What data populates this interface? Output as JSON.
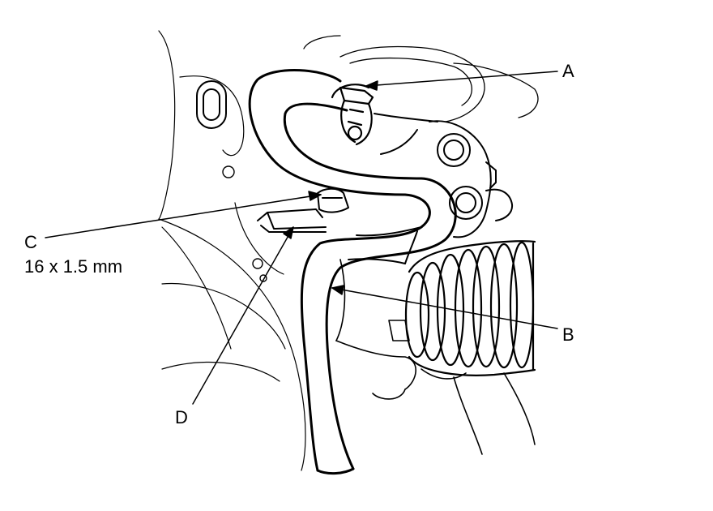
{
  "callouts": {
    "a": "A",
    "b": "B",
    "c": "C",
    "c_spec": "16 x 1.5 mm",
    "d": "D"
  },
  "colors": {
    "line": "#000000",
    "background": "#ffffff"
  }
}
